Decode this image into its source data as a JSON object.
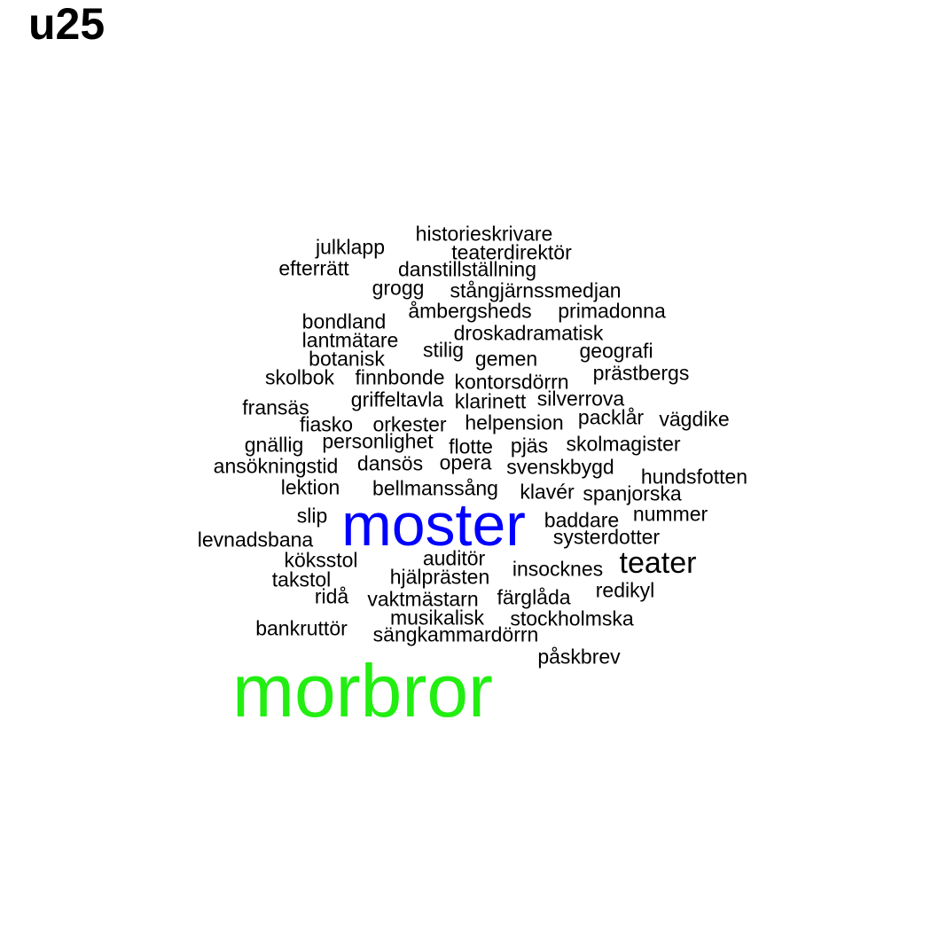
{
  "title": "u25",
  "colors": {
    "default": "#000000",
    "accent_blue": "#0000ff",
    "accent_green": "#22ee11"
  },
  "words": [
    {
      "text": "historieskrivare",
      "weight": 1
    },
    {
      "text": "julklapp",
      "weight": 1
    },
    {
      "text": "teaterdirektör",
      "weight": 1
    },
    {
      "text": "efterrätt",
      "weight": 1
    },
    {
      "text": "danstillställning",
      "weight": 1
    },
    {
      "text": "grogg",
      "weight": 1
    },
    {
      "text": "stångjärnssmedjan",
      "weight": 1
    },
    {
      "text": "åmbergsheds",
      "weight": 1
    },
    {
      "text": "primadonna",
      "weight": 1
    },
    {
      "text": "bondland",
      "weight": 1
    },
    {
      "text": "droskadramatisk",
      "weight": 1
    },
    {
      "text": "lantmätare",
      "weight": 1
    },
    {
      "text": "stilig",
      "weight": 1
    },
    {
      "text": "geografi",
      "weight": 1
    },
    {
      "text": "botanisk",
      "weight": 1
    },
    {
      "text": "gemen",
      "weight": 1
    },
    {
      "text": "prästbergs",
      "weight": 1
    },
    {
      "text": "skolbok",
      "weight": 1
    },
    {
      "text": "finnbonde",
      "weight": 1
    },
    {
      "text": "kontorsdörrn",
      "weight": 1
    },
    {
      "text": "griffeltavla",
      "weight": 1
    },
    {
      "text": "klarinett",
      "weight": 1
    },
    {
      "text": "silverrova",
      "weight": 1
    },
    {
      "text": "fransäs",
      "weight": 1
    },
    {
      "text": "packlår",
      "weight": 1
    },
    {
      "text": "vägdike",
      "weight": 1
    },
    {
      "text": "fiasko",
      "weight": 1
    },
    {
      "text": "orkester",
      "weight": 1
    },
    {
      "text": "helpension",
      "weight": 1
    },
    {
      "text": "gnällig",
      "weight": 1
    },
    {
      "text": "personlighet",
      "weight": 1
    },
    {
      "text": "flotte",
      "weight": 1
    },
    {
      "text": "pjäs",
      "weight": 1
    },
    {
      "text": "skolmagister",
      "weight": 1
    },
    {
      "text": "ansökningstid",
      "weight": 1
    },
    {
      "text": "dansös",
      "weight": 1
    },
    {
      "text": "opera",
      "weight": 1
    },
    {
      "text": "svenskbygd",
      "weight": 1
    },
    {
      "text": "hundsfotten",
      "weight": 1
    },
    {
      "text": "lektion",
      "weight": 1
    },
    {
      "text": "bellmanssång",
      "weight": 1
    },
    {
      "text": "klavér",
      "weight": 1
    },
    {
      "text": "spanjorska",
      "weight": 1
    },
    {
      "text": "slip",
      "weight": 1
    },
    {
      "text": "moster",
      "weight": 4
    },
    {
      "text": "baddare",
      "weight": 1
    },
    {
      "text": "nummer",
      "weight": 1
    },
    {
      "text": "levnadsbana",
      "weight": 1
    },
    {
      "text": "systerdotter",
      "weight": 1
    },
    {
      "text": "köksstol",
      "weight": 1
    },
    {
      "text": "auditör",
      "weight": 1
    },
    {
      "text": "teater",
      "weight": 2
    },
    {
      "text": "takstol",
      "weight": 1
    },
    {
      "text": "hjälprästen",
      "weight": 1
    },
    {
      "text": "insocknes",
      "weight": 1
    },
    {
      "text": "ridå",
      "weight": 1
    },
    {
      "text": "vaktmästarn",
      "weight": 1
    },
    {
      "text": "färglåda",
      "weight": 1
    },
    {
      "text": "redikyl",
      "weight": 1
    },
    {
      "text": "musikalisk",
      "weight": 1
    },
    {
      "text": "stockholmska",
      "weight": 1
    },
    {
      "text": "bankruttör",
      "weight": 1
    },
    {
      "text": "sängkammardörrn",
      "weight": 1
    },
    {
      "text": "påskbrev",
      "weight": 1
    },
    {
      "text": "morbror",
      "weight": 5
    }
  ]
}
